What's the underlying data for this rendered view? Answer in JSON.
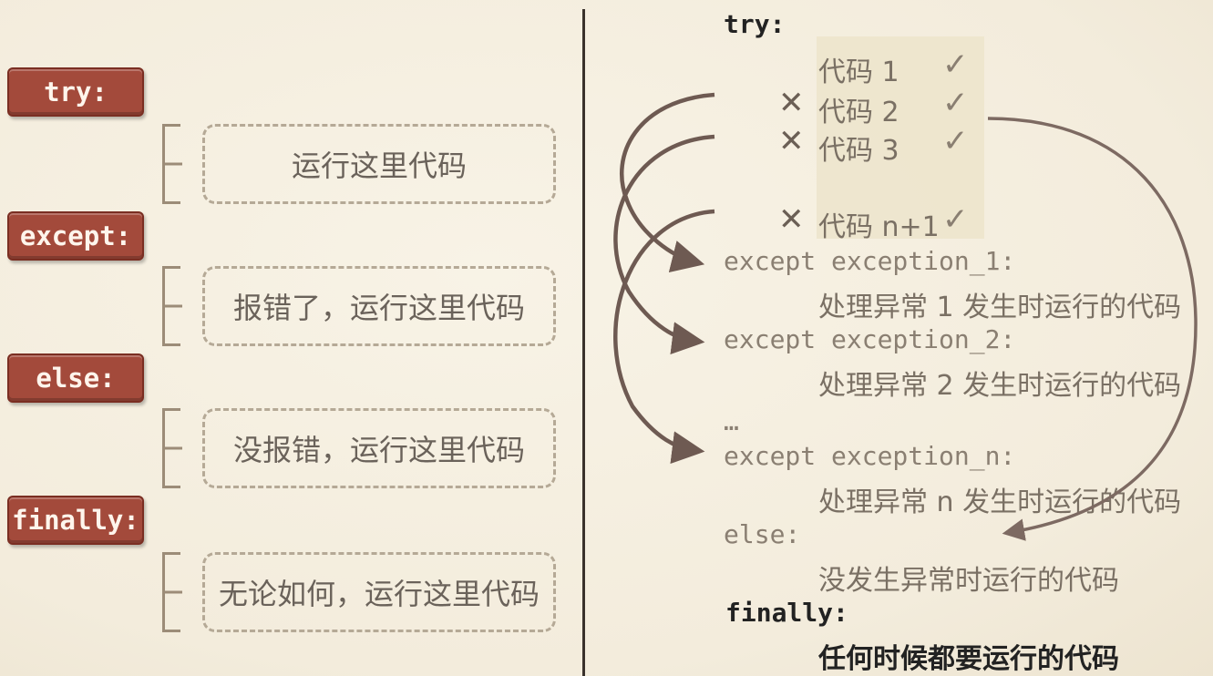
{
  "left": {
    "sections": [
      {
        "keyword": "try:",
        "description": "运行这里代码"
      },
      {
        "keyword": "except:",
        "description": "报错了，运行这里代码"
      },
      {
        "keyword": "else:",
        "description": "没报错，运行这里代码"
      },
      {
        "keyword": "finally:",
        "description": "无论如何，运行这里代码"
      }
    ]
  },
  "right": {
    "try_kw": "try:",
    "try_lines": [
      {
        "text": "代码 1",
        "crossed": false,
        "checked": true
      },
      {
        "text": "代码 2",
        "crossed": true,
        "checked": true
      },
      {
        "text": "代码 3",
        "crossed": true,
        "checked": true
      },
      {
        "text": "代码 n+1",
        "crossed": true,
        "checked": true
      }
    ],
    "excepts": [
      {
        "header": "except exception_1:",
        "body": "处理异常 1 发生时运行的代码"
      },
      {
        "header": "except exception_2:",
        "body": "处理异常 2 发生时运行的代码"
      },
      {
        "header": "except exception_n:",
        "body": "处理异常 n 发生时运行的代码"
      }
    ],
    "ellipsis": "…",
    "else_kw": "else:",
    "else_body": "没发生异常时运行的代码",
    "finally_kw": "finally:",
    "finally_body": "任何时候都要运行的代码"
  },
  "icons": {
    "cross": "cross-icon",
    "check": "check-icon"
  },
  "colors": {
    "keyword_fill": "#a34a3b",
    "arrow": "#6e5a52",
    "background": "#f5efe0"
  }
}
